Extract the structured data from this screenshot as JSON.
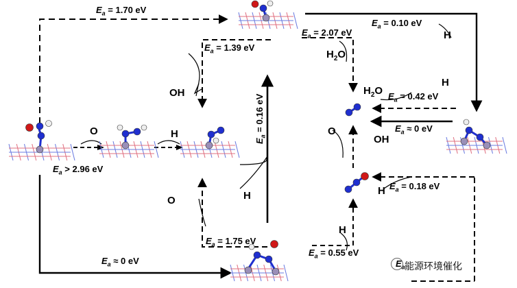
{
  "energies": {
    "top": "1.70 eV",
    "mid_dash": "1.39 eV",
    "h2o_top": "2.07 eV",
    "top_right": "0.10 eV",
    "h2o_right": "0.42 eV",
    "oh_right": "0 eV",
    "left_gt": "2.96 eV",
    "center_vertical": "0.16 eV",
    "o_right": "0.18 eV",
    "bottom_center": "1.75 eV",
    "bottom_mid": "0.55 eV",
    "bottom_left": "0 eV",
    "bottom_right": ""
  },
  "species": {
    "O": "O",
    "H": "H",
    "OH": "OH",
    "H2O": "H",
    "H2O_sub": "2",
    "H2O_tail": "O"
  },
  "watermark": "能源环境催化",
  "colors": {
    "nitrogen": "#1f2fd0",
    "oxygen": "#d01818",
    "hydrogen": "#eeeeee",
    "metal": "#9a8fb8",
    "slab_red": "#e07080",
    "slab_blue": "#6a7be0"
  }
}
